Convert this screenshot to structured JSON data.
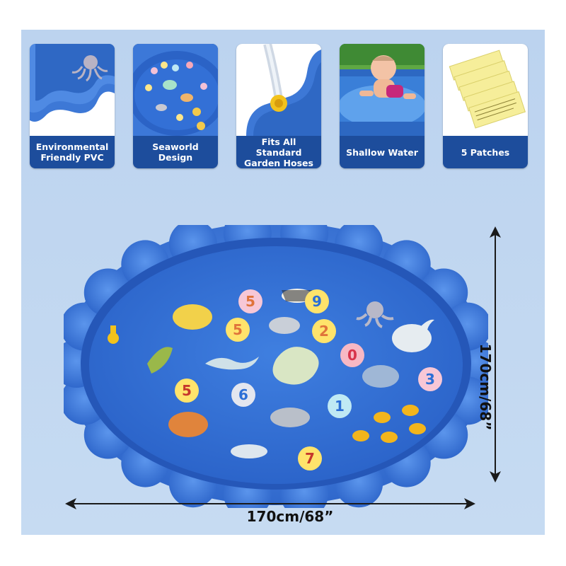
{
  "features": [
    {
      "label": "Environmental Friendly PVC",
      "icon": "pvc-edge-photo"
    },
    {
      "label": "Seaworld Design",
      "icon": "seaworld-mat-photo"
    },
    {
      "label": "Fits All Standard Garden Hoses",
      "icon": "garden-hose-photo"
    },
    {
      "label": "Shallow Water",
      "icon": "baby-in-pool-photo"
    },
    {
      "label": "5 Patches",
      "icon": "instruction-patches-photo"
    }
  ],
  "dimensions": {
    "height_label": "170cm/68”",
    "width_label": "170cm/68”"
  },
  "pool": {
    "numbers": [
      "5",
      "9",
      "5",
      "2",
      "0",
      "3",
      "5",
      "6",
      "1",
      "7"
    ]
  },
  "colors": {
    "caption_bg": "#1d4d9c",
    "pool_rim": "#3f7fe0",
    "pool_inner": "#2f6fd6",
    "panel_bg": "#c2d7f1"
  }
}
